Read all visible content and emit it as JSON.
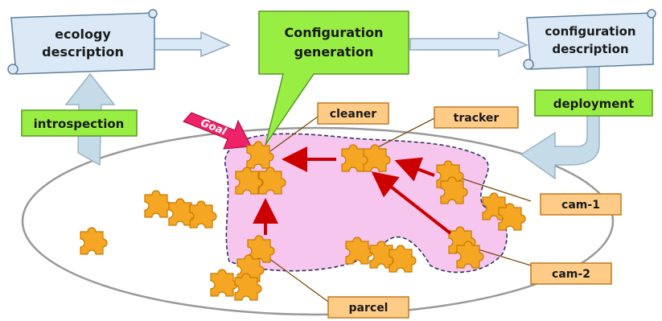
{
  "scrolls": {
    "ecology": {
      "line1": "ecology",
      "line2": "description"
    },
    "configuration": {
      "line1": "configuration",
      "line2": "description"
    }
  },
  "callout": {
    "line1": "Configuration",
    "line2": "generation"
  },
  "process_labels": {
    "introspection": "introspection",
    "deployment": "deployment"
  },
  "goal_label": "Goal",
  "component_labels": {
    "cleaner": "cleaner",
    "tracker": "tracker",
    "cam1": "cam-1",
    "cam2": "cam-2",
    "parcel": "parcel"
  },
  "colors": {
    "scroll_fill": "#dbe9f6",
    "green_box": "#99ee44",
    "orange_label": "#ffcc88",
    "puzzle": "#f5a623",
    "region": "#f7c6ef",
    "arrow_red": "#cc0000",
    "arrow_blue": "#c5dbe8",
    "goal": "#ee2266"
  }
}
